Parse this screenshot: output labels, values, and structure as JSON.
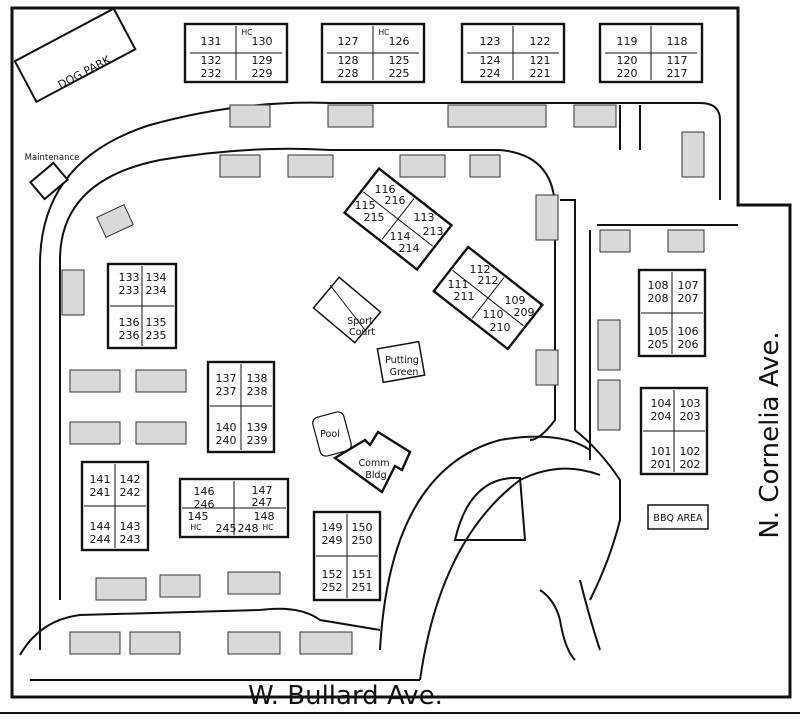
{
  "map": {
    "streets": {
      "south": "W. Bullard Ave.",
      "east": "N. Cornelia Ave."
    },
    "areas": {
      "dog_park": "DOG PARK",
      "maintenance": "Maintenance",
      "sport_court_line1": "Sport",
      "sport_court_line2": "Court",
      "putting_green_line1": "Putting",
      "putting_green_line2": "Green",
      "pool": "Pool",
      "comm_bldg_line1": "Comm",
      "comm_bldg_line2": "Bldg",
      "bbq_area": "BBQ AREA"
    },
    "buildings": [
      {
        "units": [
          "131",
          "130",
          "132",
          "129",
          "232",
          "229"
        ],
        "hc": "HC"
      },
      {
        "units": [
          "127",
          "126",
          "128",
          "125",
          "228",
          "225"
        ],
        "hc": "HC"
      },
      {
        "units": [
          "123",
          "122",
          "124",
          "121",
          "224",
          "221"
        ]
      },
      {
        "units": [
          "119",
          "118",
          "120",
          "117",
          "220",
          "217"
        ]
      },
      {
        "units": [
          "115",
          "116",
          "215",
          "216",
          "114",
          "113",
          "214",
          "213"
        ]
      },
      {
        "units": [
          "111",
          "112",
          "211",
          "212",
          "110",
          "109",
          "210",
          "209"
        ]
      },
      {
        "units": [
          "133",
          "134",
          "233",
          "234",
          "136",
          "135",
          "236",
          "235"
        ]
      },
      {
        "units": [
          "108",
          "107",
          "208",
          "207",
          "105",
          "106",
          "205",
          "206"
        ]
      },
      {
        "units": [
          "137",
          "138",
          "237",
          "238",
          "140",
          "139",
          "240",
          "239"
        ]
      },
      {
        "units": [
          "104",
          "103",
          "204",
          "203",
          "101",
          "102",
          "201",
          "202"
        ]
      },
      {
        "units": [
          "141",
          "142",
          "241",
          "242",
          "144",
          "143",
          "244",
          "243"
        ]
      },
      {
        "units": [
          "146",
          "147",
          "246",
          "247",
          "145",
          "148",
          "245",
          "248"
        ],
        "hc_left": "HC",
        "hc_right": "HC"
      },
      {
        "units": [
          "149",
          "150",
          "249",
          "250",
          "152",
          "151",
          "252",
          "251"
        ]
      }
    ],
    "colors": {
      "parking": "#d9d9d9",
      "outline": "#111111"
    }
  }
}
